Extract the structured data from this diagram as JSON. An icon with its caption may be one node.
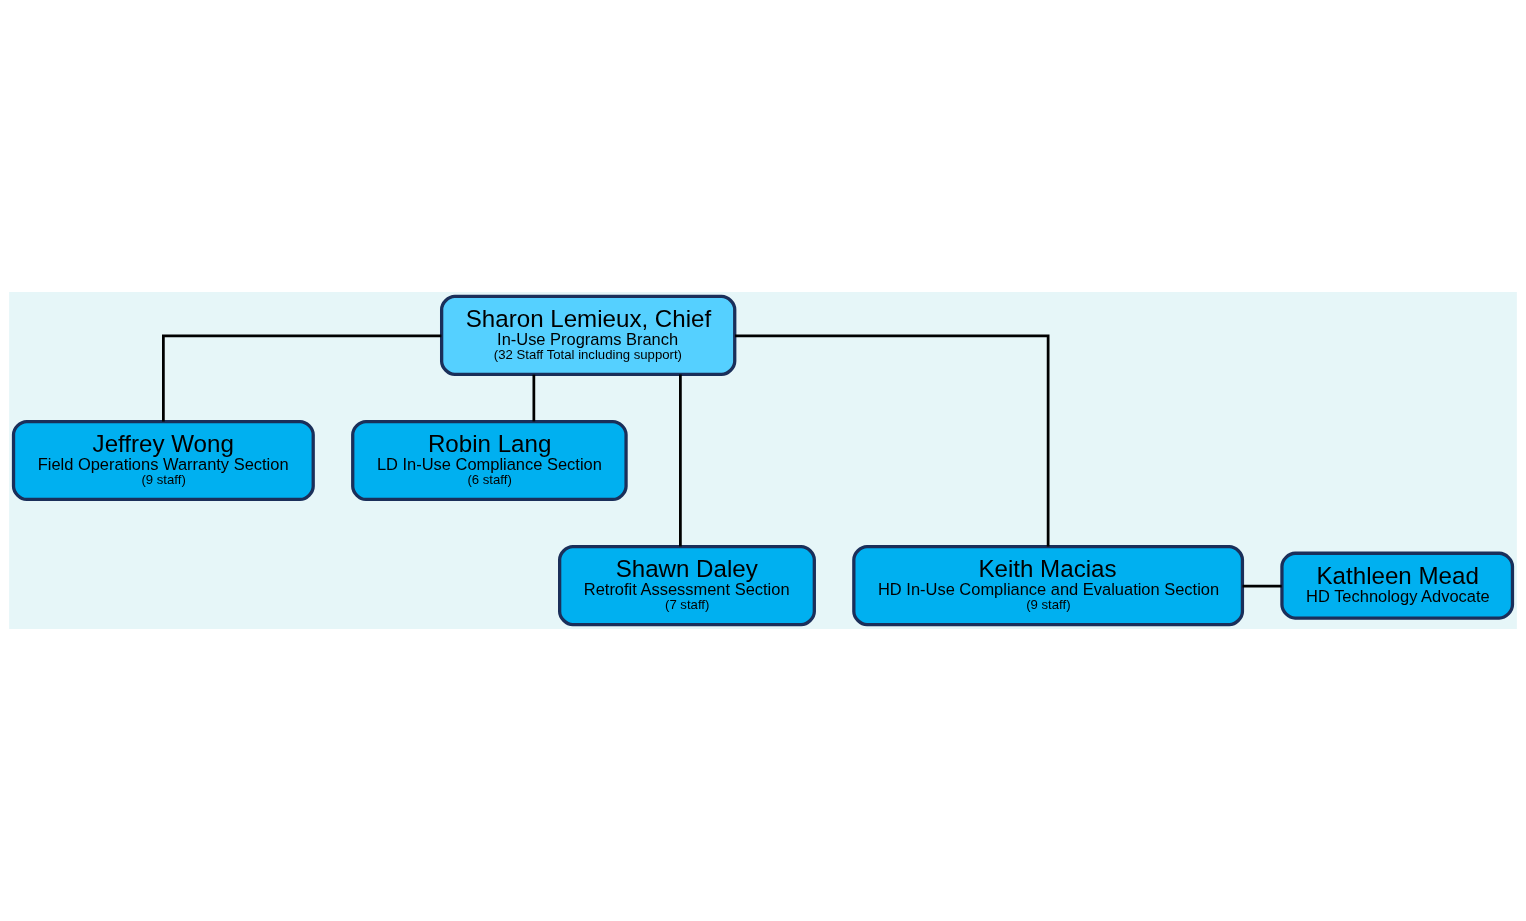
{
  "diagram": {
    "nodes": [
      {
        "text": [
          "Sharon Lemieux, Chief",
          "In-Use Programs Branch",
          "(32 Staff Total including support)"
        ]
      },
      {
        "text": [
          "Jeffrey Wong",
          "Field Operations Warranty Section",
          "(9 staff)"
        ]
      },
      {
        "text": [
          "Robin Lang",
          "LD In-Use Compliance Section",
          "(6 staff)"
        ]
      },
      {
        "text": [
          "Shawn Daley",
          "Retrofit Assessment Section",
          "(7 staff)"
        ]
      },
      {
        "text": [
          "Keith Macias",
          "HD In-Use Compliance and Evaluation Section",
          "(9 staff)"
        ]
      },
      {
        "text": [
          "Kathleen Mead",
          "HD Technology Advocate"
        ]
      }
    ],
    "edges": [
      {
        "from": 0,
        "to": 1,
        "arrow": "none"
      },
      {
        "from": 0,
        "to": 2,
        "arrow": "none"
      },
      {
        "from": 0,
        "to": 3,
        "arrow": "none"
      },
      {
        "from": 0,
        "to": 4,
        "arrow": "none"
      },
      {
        "from": 4,
        "to": 5,
        "arrow": "none"
      }
    ]
  }
}
